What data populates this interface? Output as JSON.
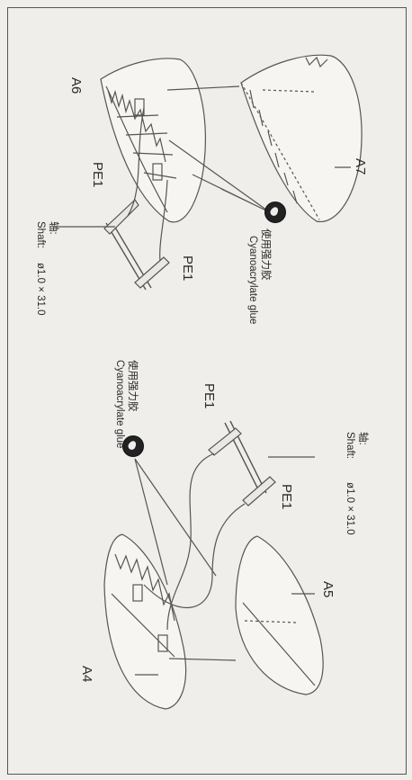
{
  "parts": {
    "a6": "A6",
    "a7": "A7",
    "a4": "A4",
    "a5": "A5",
    "pe1_top_left": "PE1",
    "pe1_top_right": "PE1",
    "pe1_bottom_left": "PE1",
    "pe1_bottom_right": "PE1"
  },
  "shaft_top": {
    "chinese": "轴:",
    "english": "Shaft:",
    "size": "ø1.0 × 31.0"
  },
  "shaft_bottom": {
    "chinese": "轴:",
    "english": "Shaft:",
    "size": "ø1.0 × 31.0"
  },
  "glue_top": {
    "chinese": "使用强力胶",
    "english": "Cyanoacrylate glue"
  },
  "glue_bottom": {
    "chinese": "使用强力胶",
    "english": "Cyanoacrylate glue"
  }
}
